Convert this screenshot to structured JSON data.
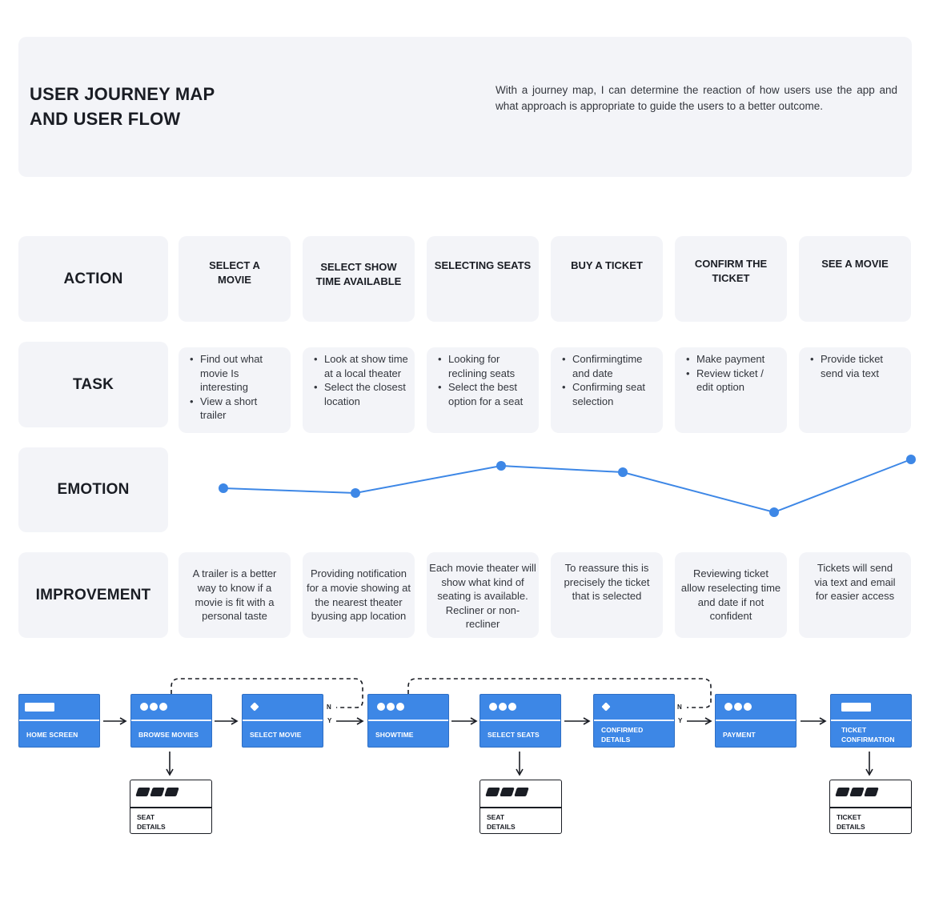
{
  "header": {
    "title": "USER JOURNEY MAP\nAND USER FLOW",
    "description": "With a journey map, I can determine the reaction of how users use the app and what approach is appropriate to guide the users to a better outcome."
  },
  "rows": {
    "action": "ACTION",
    "task": "TASK",
    "emotion": "EMOTION",
    "improvement": "IMPROVEMENT"
  },
  "stages": [
    {
      "action": "SELECT A MOVIE",
      "tasks": [
        "Find out what movie Is interesting",
        "View a short trailer"
      ],
      "improvement": "A trailer is a better way to know if a movie is fit with a personal taste"
    },
    {
      "action": "SELECT SHOW TIME AVAILABLE",
      "tasks": [
        "Look at show time at a local theater",
        "Select the closest location"
      ],
      "improvement": "Providing notification for a movie showing at the nearest theater byusing app location"
    },
    {
      "action": "SELECTING SEATS",
      "tasks": [
        "Looking for reclining seats",
        "Select the best option for a seat"
      ],
      "improvement": "Each movie theater will show what kind of seating is available. Recliner or non-recliner"
    },
    {
      "action": "BUY A TICKET",
      "tasks": [
        "Confirmingtime and date",
        "Confirming seat selection"
      ],
      "improvement": "To reassure this is precisely the ticket that is selected"
    },
    {
      "action": "CONFIRM THE TICKET",
      "tasks": [
        "Make payment",
        "Review ticket / edit option"
      ],
      "improvement": "Reviewing ticket allow reselecting time and date if not confident"
    },
    {
      "action": "SEE A MOVIE",
      "tasks": [
        "Provide ticket send via text"
      ],
      "improvement": "Tickets will send via text and email for easier access"
    }
  ],
  "emotion_levels": [
    0.3,
    0.24,
    0.58,
    0.5,
    0.0,
    0.66
  ],
  "colors": {
    "accent": "#3d87e6",
    "card": "#f3f4f8",
    "ink": "#1a1d24"
  },
  "flow": {
    "screens": [
      {
        "label": "HOME SCREEN",
        "icon": "bar-icon"
      },
      {
        "label": "BROWSE MOVIES",
        "icon": "dots-icon"
      },
      {
        "label": "SELECT MOVIE",
        "icon": "diamond-icon"
      },
      {
        "label": "SHOWTIME",
        "icon": "dots-icon"
      },
      {
        "label": "SELECT SEATS",
        "icon": "dots-icon"
      },
      {
        "label": "CONFIRMED DETAILS",
        "icon": "diamond-icon"
      },
      {
        "label": "PAYMENT",
        "icon": "dots-icon"
      },
      {
        "label": "TICKET CONFIRMATION",
        "icon": "bar-icon"
      }
    ],
    "details": [
      {
        "label": "SEAT\nDETAILS"
      },
      {
        "label": "SEAT\nDETAILS"
      },
      {
        "label": "TICKET\nDETAILS"
      }
    ],
    "branch_no": "N",
    "branch_yes": "Y"
  }
}
